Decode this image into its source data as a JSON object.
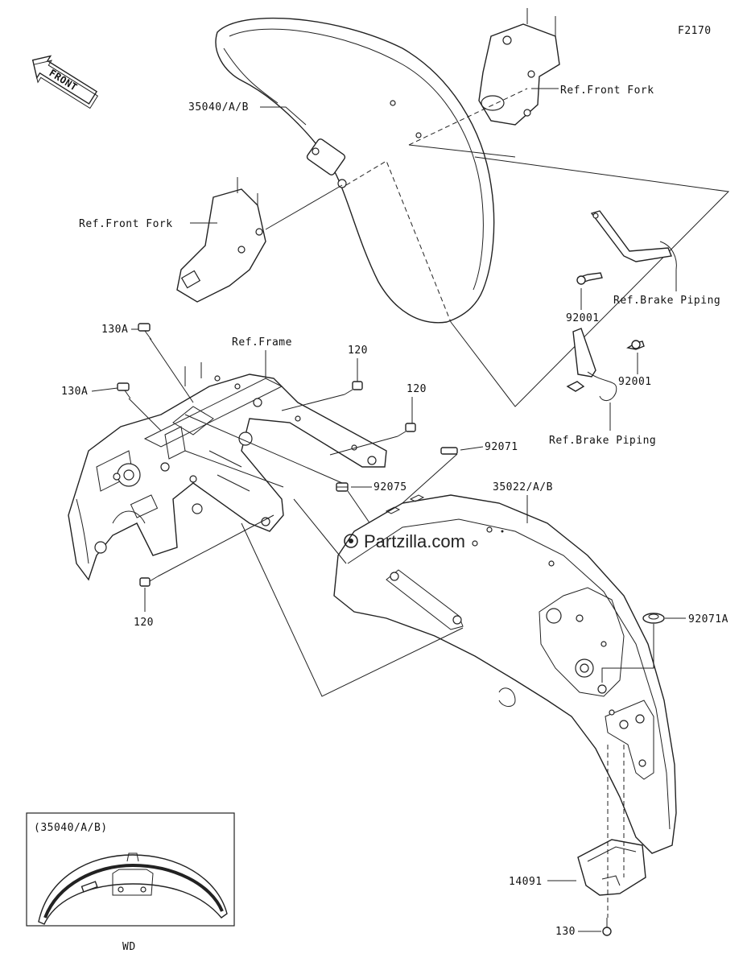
{
  "diagram_id": "F2170",
  "front_arrow": "FRONT",
  "watermark": "Partzilla.com",
  "labels": {
    "fender_front": "35040/A/B",
    "ref_front_fork_top": "Ref.Front Fork",
    "ref_front_fork_left": "Ref.Front Fork",
    "bolt_92001_top": "92001",
    "bolt_92001_mid": "92001",
    "ref_brake_piping_top": "Ref.Brake Piping",
    "ref_brake_piping_mid": "Ref.Brake Piping",
    "bolt_130a_top": "130A",
    "bolt_130a_mid": "130A",
    "ref_frame": "Ref.Frame",
    "bolt_120_a": "120",
    "bolt_120_b": "120",
    "bolt_120_c": "120",
    "clip_92071": "92071",
    "nut_92075": "92075",
    "fender_rear": "35022/A/B",
    "grommet_92071a": "92071A",
    "cover_14091": "14091",
    "bolt_130": "130"
  },
  "inset": {
    "title": "(35040/A/B)",
    "caption": "WD"
  }
}
